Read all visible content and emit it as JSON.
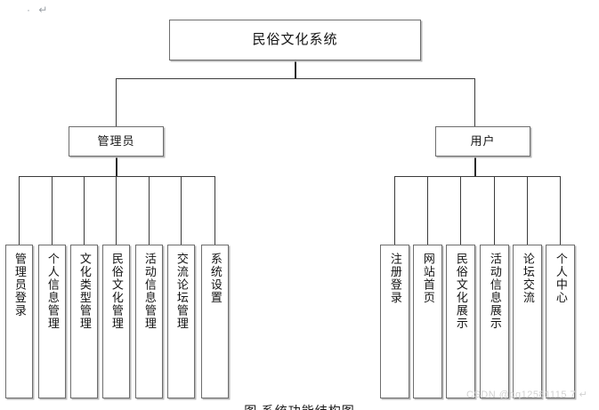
{
  "document": {
    "pilcrow_mark": "· ↵",
    "caption": "图      系统功能结构图",
    "watermark": "CSDN @qq12581115 7 ↵"
  },
  "diagram": {
    "type": "org-chart",
    "root": {
      "label": "民俗文化系统"
    },
    "branches": [
      {
        "label": "管理员",
        "children": [
          {
            "label": "管理员登录"
          },
          {
            "label": "个人信息管理"
          },
          {
            "label": "文化类型管理"
          },
          {
            "label": "民俗文化管理"
          },
          {
            "label": "活动信息管理"
          },
          {
            "label": "交流论坛管理"
          },
          {
            "label": "系统设置"
          }
        ]
      },
      {
        "label": "用户",
        "children": [
          {
            "label": "注册登录"
          },
          {
            "label": "网站首页"
          },
          {
            "label": "民俗文化展示"
          },
          {
            "label": "活动信息展示"
          },
          {
            "label": "论坛交流"
          },
          {
            "label": "个人中心"
          }
        ]
      }
    ]
  }
}
